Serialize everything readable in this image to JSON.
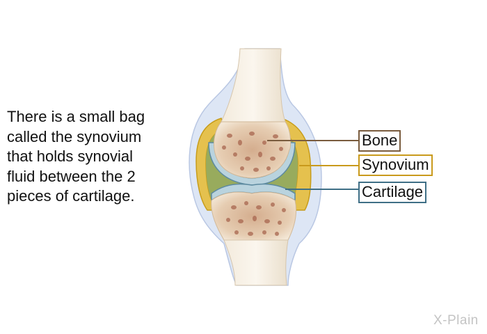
{
  "caption": "There is a small bag\ncalled the synovium\nthat holds synovial\nfluid between the 2\npieces of cartilage.",
  "labels": {
    "bone": "Bone",
    "synovium": "Synovium",
    "cartilage": "Cartilage"
  },
  "watermark": "X-Plain",
  "colors": {
    "bone_outline": "#7a5c3e",
    "synovium_outline": "#c99a1c",
    "cartilage_outline": "#3f6f86",
    "bone_fill": "#e8d8bf",
    "marrow_fill": "#d9b79a",
    "cartilage_fill": "#b9d3de",
    "synovial_fluid": "#93a85c",
    "capsule": "#dbe4f3"
  }
}
